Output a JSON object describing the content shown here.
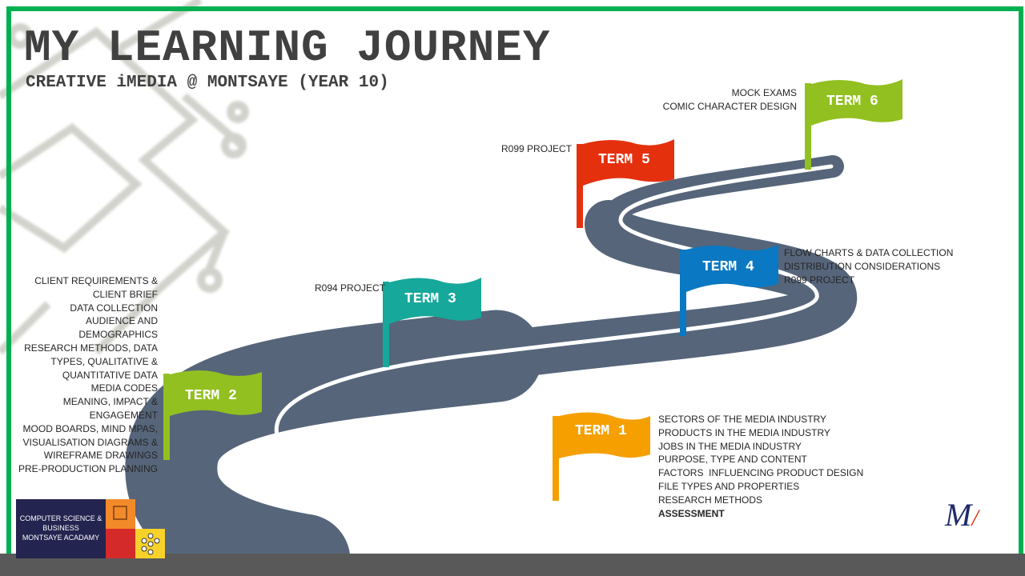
{
  "header": {
    "title": "MY LEARNING JOURNEY",
    "subtitle": "CREATIVE iMEDIA @ MONTSAYE (YEAR 10)"
  },
  "colors": {
    "frame": "#00b050",
    "road": "#56657a",
    "term1": "#f5a000",
    "term2": "#92c020",
    "term3": "#16a89a",
    "term4": "#0a78c2",
    "term5": "#e5300e",
    "term6": "#92c020"
  },
  "terms": [
    {
      "label": "TERM 1",
      "notes": [
        "SECTORS OF THE MEDIA INDUSTRY",
        "PRODUCTS IN THE MEDIA INDUSTRY",
        "JOBS IN THE MEDIA INDUSTRY",
        "PURPOSE, TYPE AND CONTENT",
        "FACTORS  INFLUENCING PRODUCT DESIGN",
        "FILE TYPES AND PROPERTIES",
        "RESEARCH METHODS"
      ],
      "bold_note": "ASSESSMENT"
    },
    {
      "label": "TERM 2",
      "notes": [
        "CLIENT REQUIREMENTS &",
        "CLIENT BRIEF",
        "DATA COLLECTION",
        "AUDIENCE AND",
        "DEMOGRAPHICS",
        "RESEARCH METHODS, DATA",
        "TYPES, QUALITATIVE &",
        "QUANTITATIVE DATA",
        "MEDIA CODES",
        "MEANING, IMPACT &",
        "ENGAGEMENT",
        "MOOD BOARDS, MIND MPAS,",
        "VISUALISATION DIAGRAMS &",
        "WIREFRAME DRAWINGS",
        "PRE-PRODUCTION PLANNING"
      ]
    },
    {
      "label": "TERM 3",
      "notes": [
        "R094 PROJECT"
      ]
    },
    {
      "label": "TERM 4",
      "notes": [
        "FLOW CHARTS & DATA COLLECTION",
        "DISTRIBUTION CONSIDERATIONS",
        "R099 PROJECT"
      ]
    },
    {
      "label": "TERM 5",
      "notes": [
        "R099 PROJECT"
      ]
    },
    {
      "label": "TERM 6",
      "notes": [
        "MOCK EXAMS",
        "COMIC CHARACTER DESIGN"
      ]
    }
  ],
  "logo": {
    "lines": [
      "COMPUTER SCIENCE &",
      "BUSINESS",
      "MONTSAYE ACADAMY"
    ],
    "mark": "M"
  }
}
